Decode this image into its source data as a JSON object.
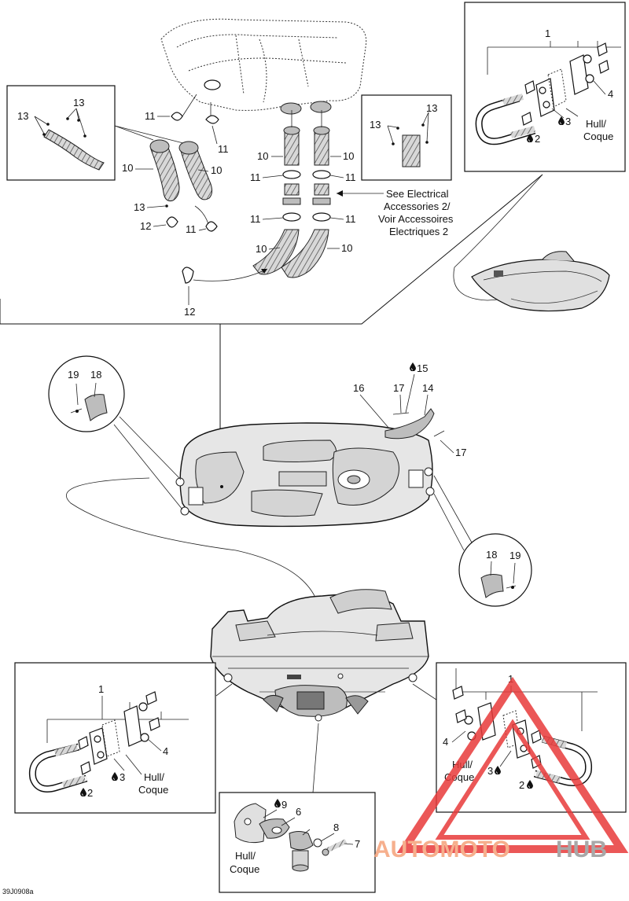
{
  "figure_code": "39J0908a",
  "watermark": {
    "text_a": "AUTOMOTO",
    "text_b": "HUB",
    "color_a": "#f5a27a",
    "color_b": "#9a9a9a",
    "triangle_color": "#e83a3a"
  },
  "notes": {
    "see_electrical_line1": "See Electrical",
    "see_electrical_line2": "Accessories 2/",
    "see_electrical_line3": "Voir Accessoires",
    "see_electrical_line4": "Electriques 2"
  },
  "hull_label_line1": "Hull/",
  "hull_label_line2": "Coque",
  "callouts": {
    "n1": "1",
    "n2": "2",
    "n3": "3",
    "n4": "4",
    "n6": "6",
    "n7": "7",
    "n8": "8",
    "n9": "9",
    "n10": "10",
    "n11": "11",
    "n12": "12",
    "n13": "13",
    "n14": "14",
    "n15": "15",
    "n16": "16",
    "n17": "17",
    "n18": "18",
    "n19": "19"
  },
  "icons": {
    "drop": "drop-icon"
  }
}
